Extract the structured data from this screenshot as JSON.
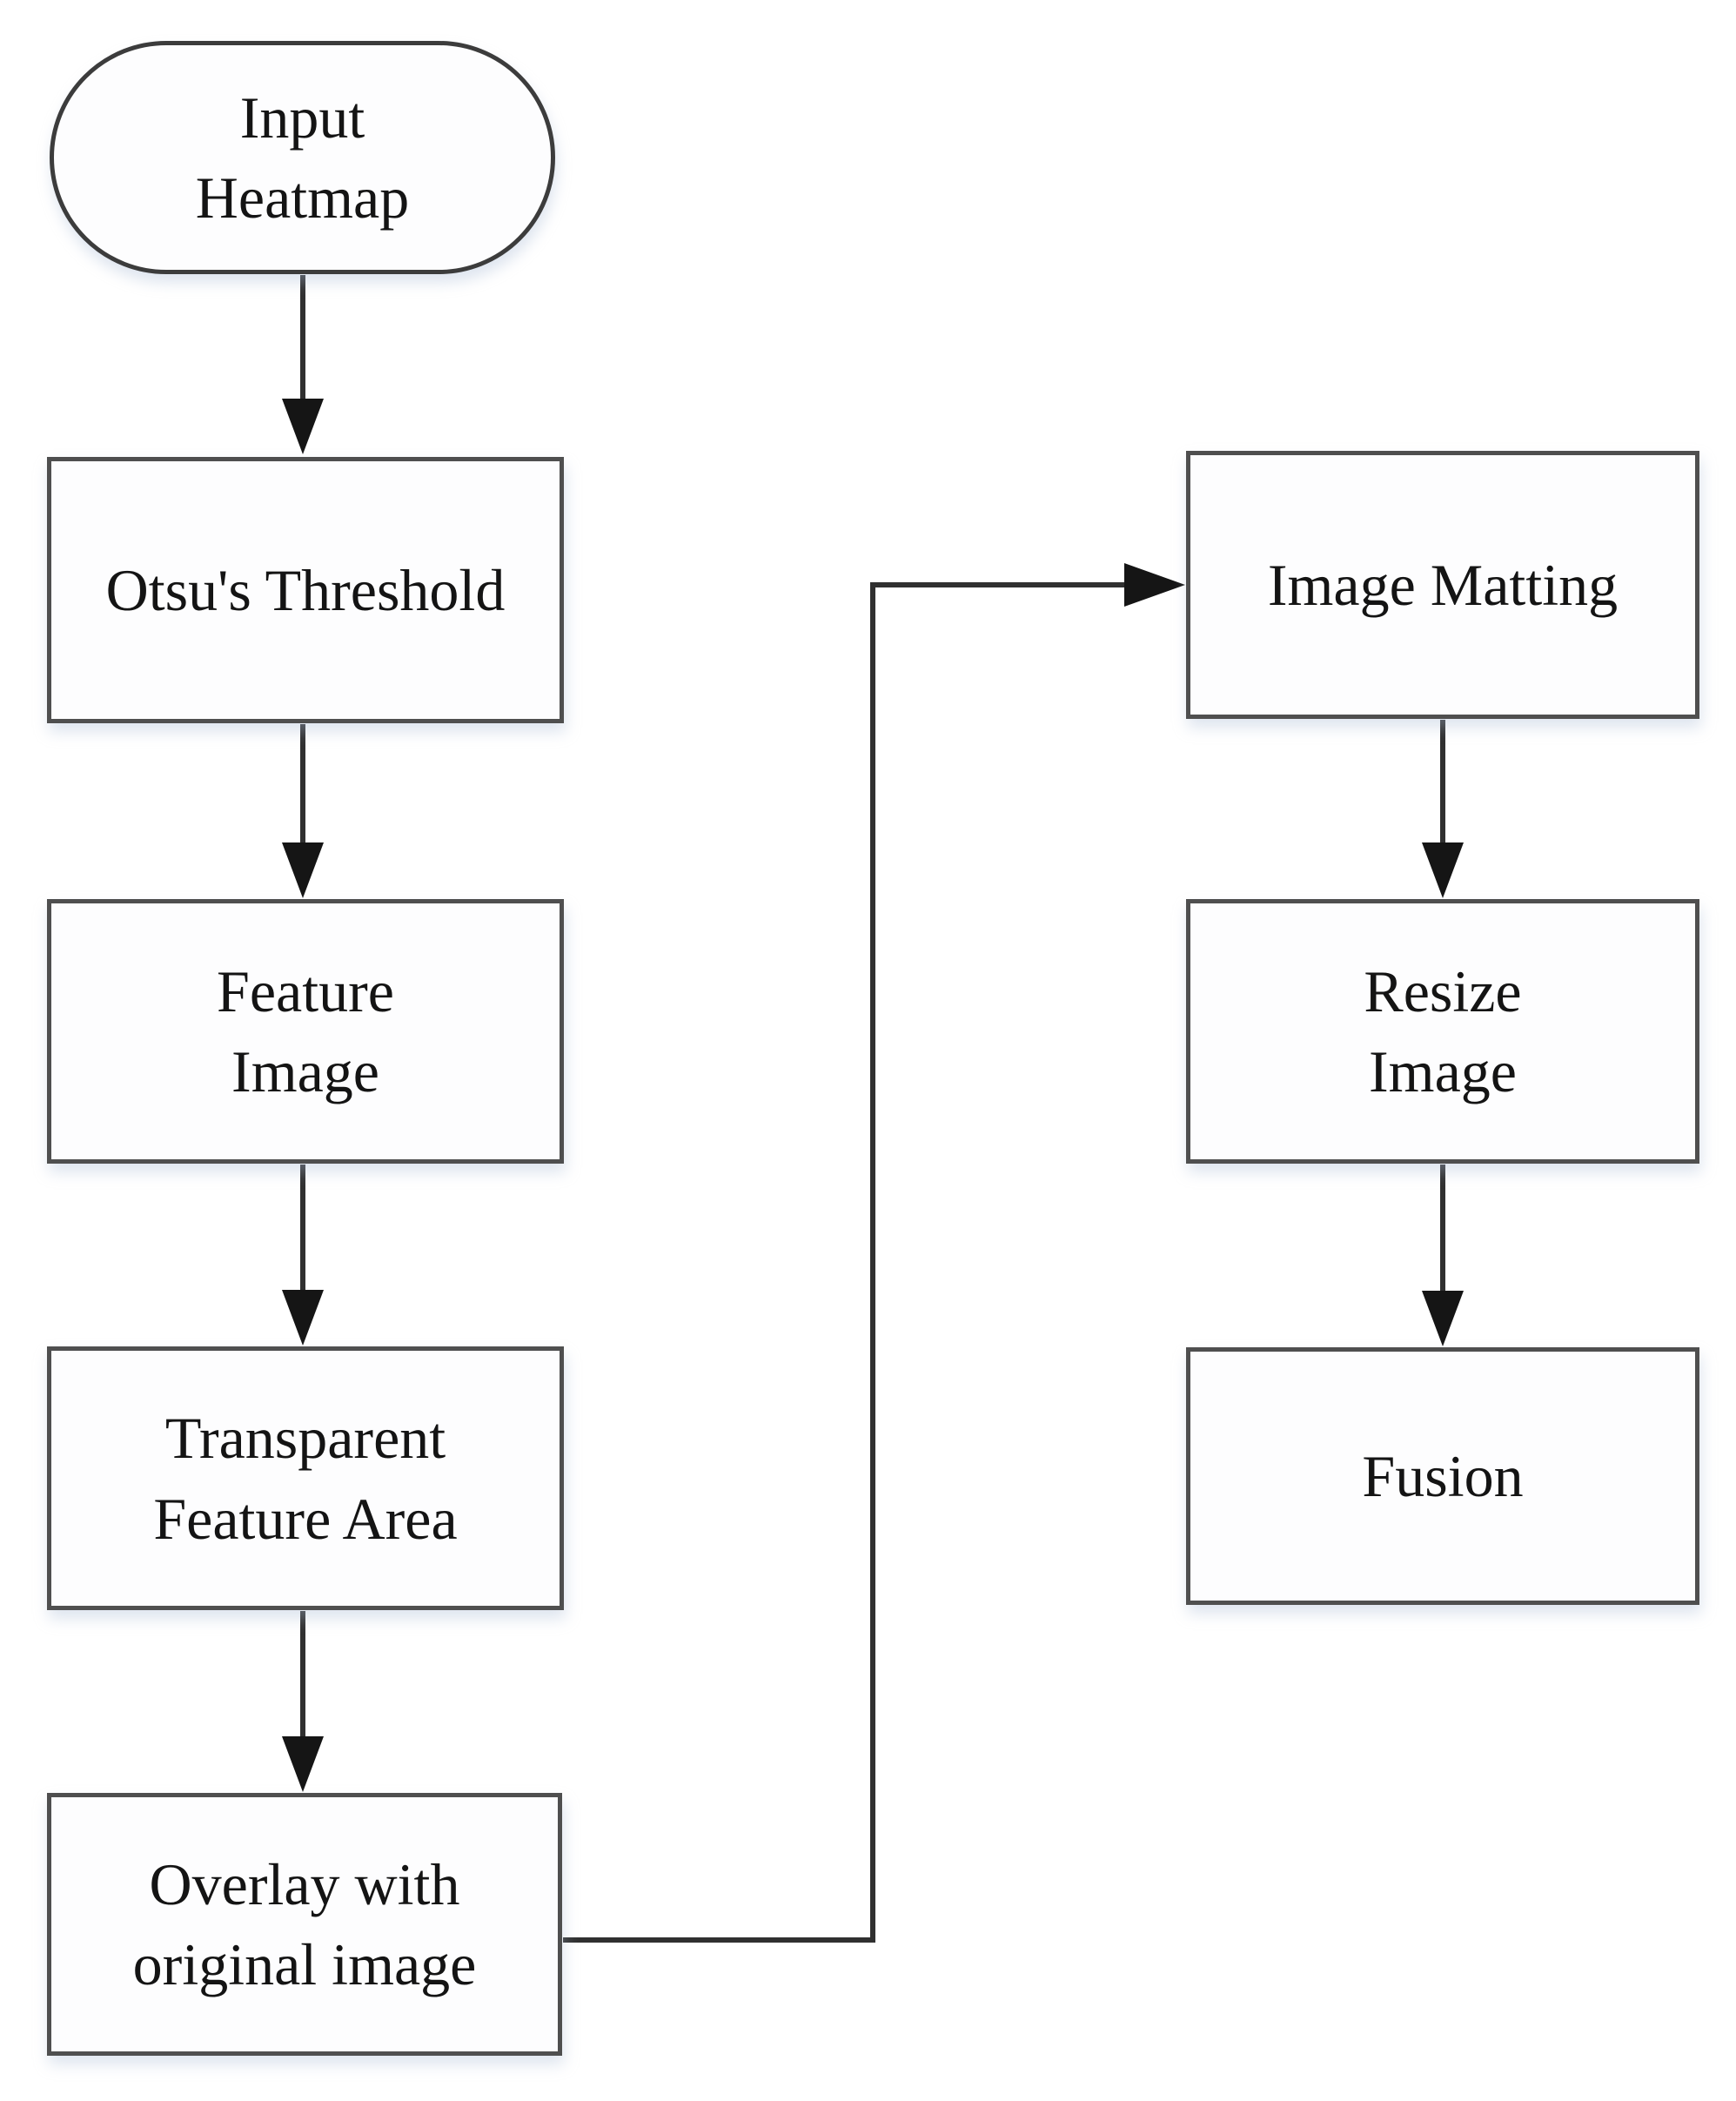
{
  "diagram": {
    "type": "flowchart",
    "nodes": [
      {
        "id": "input-heatmap",
        "label": "Input\nHeatmap",
        "shape": "stadium"
      },
      {
        "id": "otsus-threshold",
        "label": "Otsu's Threshold",
        "shape": "rect"
      },
      {
        "id": "feature-image",
        "label": "Feature\nImage",
        "shape": "rect"
      },
      {
        "id": "transparent-feature-area",
        "label": "Transparent\nFeature Area",
        "shape": "rect"
      },
      {
        "id": "overlay-with-original-image",
        "label": "Overlay with\noriginal image",
        "shape": "rect"
      },
      {
        "id": "image-matting",
        "label": "Image Matting",
        "shape": "rect"
      },
      {
        "id": "resize-image",
        "label": "Resize\nImage",
        "shape": "rect"
      },
      {
        "id": "fusion",
        "label": "Fusion",
        "shape": "rect"
      }
    ],
    "edges": [
      {
        "from": "input-heatmap",
        "to": "otsus-threshold"
      },
      {
        "from": "otsus-threshold",
        "to": "feature-image"
      },
      {
        "from": "feature-image",
        "to": "transparent-feature-area"
      },
      {
        "from": "transparent-feature-area",
        "to": "overlay-with-original-image"
      },
      {
        "from": "overlay-with-original-image",
        "to": "image-matting"
      },
      {
        "from": "image-matting",
        "to": "resize-image"
      },
      {
        "from": "resize-image",
        "to": "fusion"
      }
    ],
    "colors": {
      "node_fill": "#fdfdfe",
      "node_border": "#4f4f4f",
      "connector": "#303030",
      "arrowhead": "#151515",
      "text": "#141414",
      "canvas": "#ffffff"
    }
  }
}
